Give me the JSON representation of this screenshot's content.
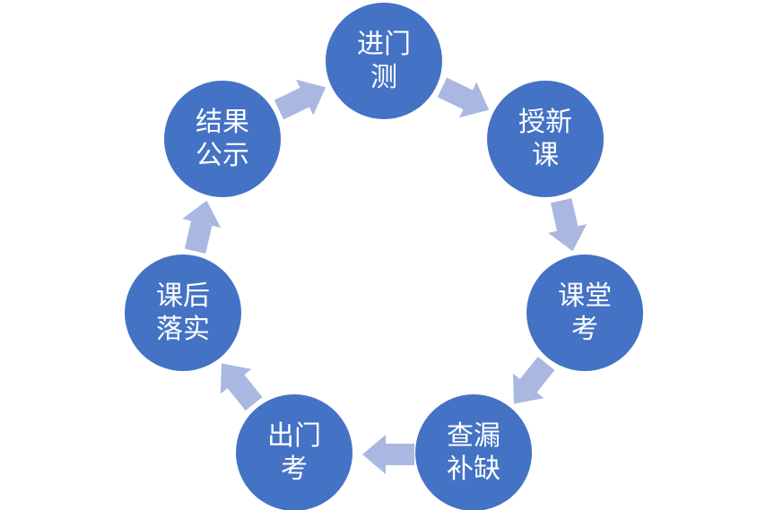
{
  "diagram": {
    "type": "cycle",
    "direction": "clockwise",
    "colors": {
      "node_fill": "#4472C4",
      "arrow_fill": "#AAB7E0",
      "node_text": "#FFFFFF",
      "background": "#FFFFFF"
    },
    "nodes": [
      {
        "id": "entry-test",
        "label": "进门测",
        "lines": [
          "进门",
          "测"
        ]
      },
      {
        "id": "teach-new-lesson",
        "label": "授新课",
        "lines": [
          "授新",
          "课"
        ]
      },
      {
        "id": "class-quiz",
        "label": "课堂考",
        "lines": [
          "课堂",
          "考"
        ]
      },
      {
        "id": "find-fill-gaps",
        "label": "查漏补缺",
        "lines": [
          "查漏",
          "补缺"
        ]
      },
      {
        "id": "exit-test",
        "label": "出门考",
        "lines": [
          "出门",
          "考"
        ]
      },
      {
        "id": "after-class",
        "label": "课后落实",
        "lines": [
          "课后",
          "落实"
        ]
      },
      {
        "id": "publish-results",
        "label": "结果公示",
        "lines": [
          "结果",
          "公示"
        ]
      }
    ],
    "arrows": [
      {
        "from": "结果公示",
        "to": "进门测"
      },
      {
        "from": "进门测",
        "to": "授新课"
      },
      {
        "from": "授新课",
        "to": "课堂考"
      },
      {
        "from": "课堂考",
        "to": "查漏补缺"
      },
      {
        "from": "查漏补缺",
        "to": "出门考"
      },
      {
        "from": "出门考",
        "to": "课后落实"
      },
      {
        "from": "课后落实",
        "to": "结果公示"
      }
    ]
  }
}
